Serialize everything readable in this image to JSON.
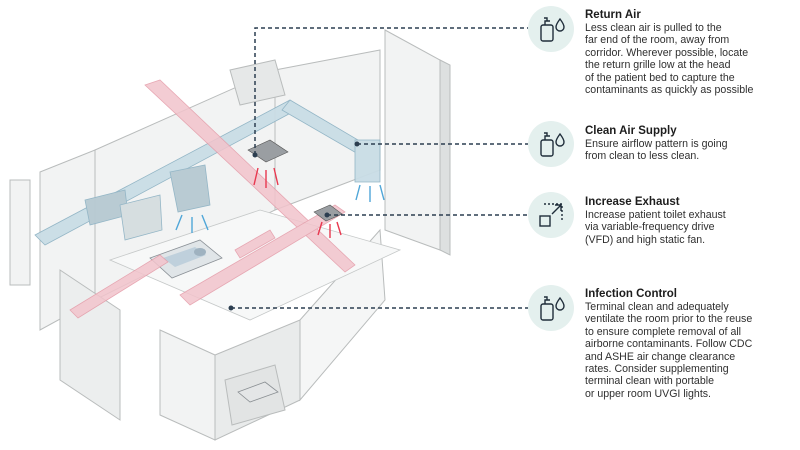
{
  "callouts": [
    {
      "title": "Return Air",
      "body": "Less clean air is pulled to the\nfar end of the room, away from\ncorridor. Wherever possible, locate\nthe return grille low at the head\nof the patient bed to capture the\ncontaminants as quickly as possible",
      "icon": "soap-drop-icon"
    },
    {
      "title": "Clean Air Supply",
      "body": "Ensure airflow pattern is going\nfrom clean to less clean.",
      "icon": "soap-drop-icon"
    },
    {
      "title": "Increase Exhaust",
      "body": "Increase patient toilet exhaust\nvia variable-frequency drive\n(VFD) and high static fan.",
      "icon": "expand-arrow-icon"
    },
    {
      "title": "Infection Control",
      "body": "Terminal clean and adequately\nventilate the room prior to the reuse\nto ensure complete removal of all\nairborne contaminants. Follow CDC\nand ASHE air change clearance\nrates. Consider supplementing\nterminal clean with portable\nor upper room UVGI lights.",
      "icon": "soap-drop-icon"
    }
  ],
  "colors": {
    "leader_line": "#2c3e50",
    "icon_bg": "#e4f0ee",
    "supply_duct": "#c9dde6",
    "return_duct": "#f2c4cc",
    "warm_air": "#e8384f",
    "cool_air": "#4fa6d8"
  }
}
